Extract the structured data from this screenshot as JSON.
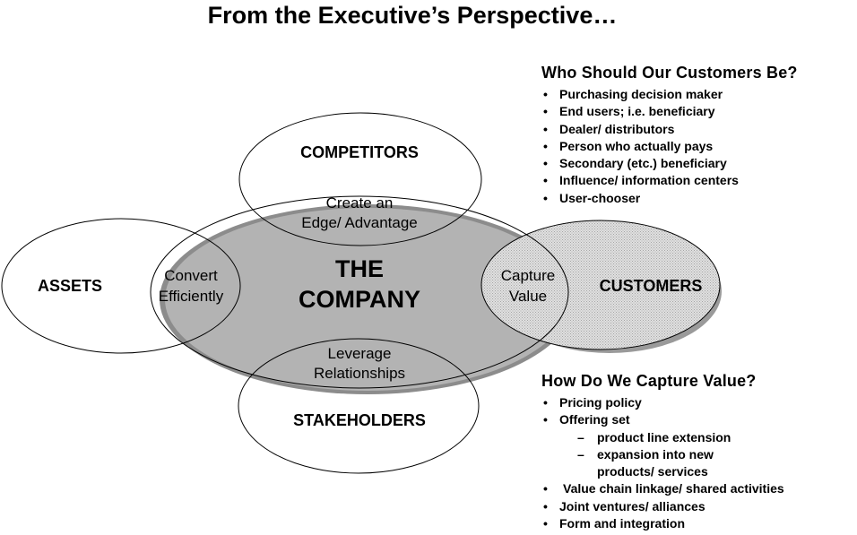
{
  "title": "From the Executive’s Perspective…",
  "diagram": {
    "company_line1": "THE",
    "company_line2": "COMPANY",
    "competitors": "COMPETITORS",
    "assets": "ASSETS",
    "customers": "CUSTOMERS",
    "stakeholders": "STAKEHOLDERS",
    "edge_line1": "Create an",
    "edge_line2": "Edge/ Advantage",
    "convert_line1": "Convert",
    "convert_line2": "Efficiently",
    "capture_line1": "Capture",
    "capture_line2": "Value",
    "leverage_line1": "Leverage",
    "leverage_line2": "Relationships"
  },
  "who_section": {
    "heading": "Who Should Our Customers Be?",
    "items": [
      "Purchasing decision maker",
      "End users; i.e. beneficiary",
      "Dealer/ distributors",
      "Person who actually pays",
      "Secondary (etc.) beneficiary",
      "Influence/ information centers",
      "User-chooser"
    ]
  },
  "how_section": {
    "heading": "How  Do We Capture Value?",
    "items": [
      "Pricing policy",
      "Offering set",
      "product line extension",
      "expansion into new",
      "products/ services",
      "Value chain linkage/ shared activities",
      "Joint ventures/ alliances",
      "Form and integration"
    ]
  },
  "symbols": {
    "bullet": "•",
    "dash": "–"
  },
  "colors": {
    "ink": "#000000",
    "customers_fill": "#d9d9d9",
    "company_shadow": "#8c8c8c",
    "background": "#ffffff"
  }
}
